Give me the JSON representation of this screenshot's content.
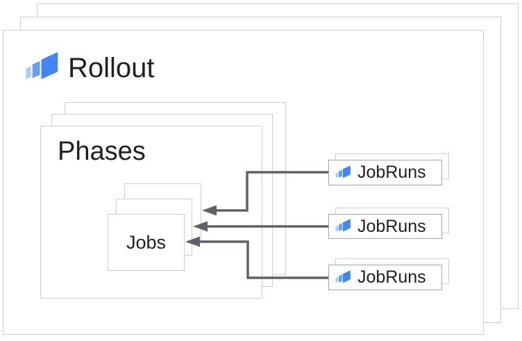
{
  "colors": {
    "icon-blue-dark": "#4285F4",
    "icon-blue-mid": "#669DF6",
    "icon-blue-light": "#AECBFA",
    "arrow-gray": "#5f6368",
    "box-border": "#cfcfcf",
    "card-border": "#a2a6ab",
    "text-dark": "#202124"
  },
  "rollout": {
    "label": "Rollout",
    "icon": "cloud-deploy-icon",
    "stacked_layers": 3
  },
  "phases": {
    "label": "Phases",
    "stacked_layers": 3
  },
  "jobs": {
    "label": "Jobs",
    "stacked_layers": 3
  },
  "jobruns": {
    "items": [
      {
        "label": "JobRuns",
        "icon": "cloud-deploy-icon"
      },
      {
        "label": "JobRuns",
        "icon": "cloud-deploy-icon"
      },
      {
        "label": "JobRuns",
        "icon": "cloud-deploy-icon"
      }
    ],
    "stacked_layers_each": 2
  },
  "arrows": {
    "count": 3,
    "from": "JobRuns",
    "to": "Jobs",
    "style": "elbow, left-pointing heads"
  }
}
